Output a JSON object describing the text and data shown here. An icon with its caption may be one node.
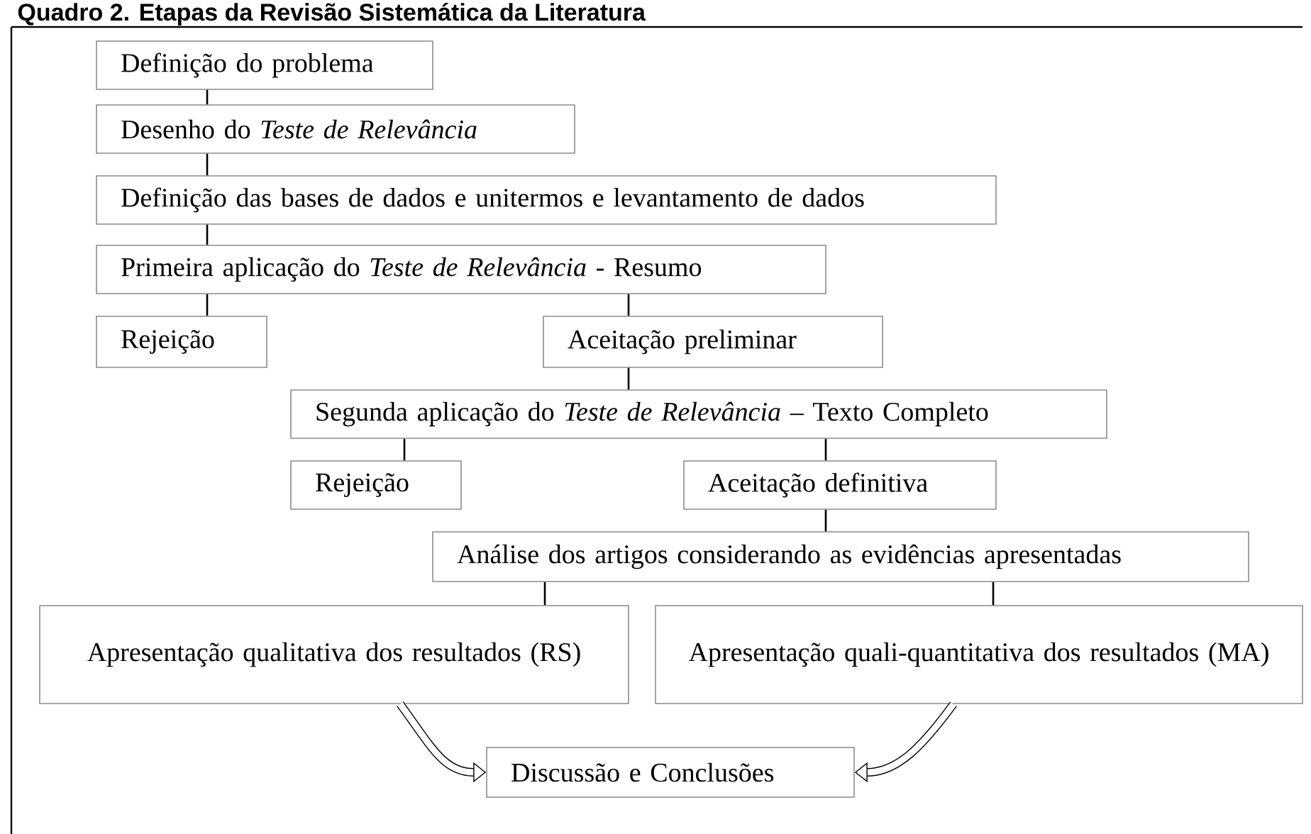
{
  "diagram": {
    "title": "Quadro 2. Etapas da Revisão Sistemática da Literatura",
    "nodes": [
      {
        "text": [
          "Definição do problema"
        ]
      },
      {
        "text": [
          "Desenho do *Teste de Relevância*"
        ]
      },
      {
        "text": [
          "Definição das bases de dados e unitermos e levantamento de dados"
        ]
      },
      {
        "text": [
          "Primeira aplicação do *Teste de Relevância* - Resumo"
        ]
      },
      {
        "text": [
          "Rejeição"
        ]
      },
      {
        "text": [
          "Aceitação preliminar"
        ]
      },
      {
        "text": [
          "Segunda aplicação do *Teste de Relevância* – Texto Completo"
        ]
      },
      {
        "text": [
          "Rejeição"
        ]
      },
      {
        "text": [
          "Aceitação definitiva"
        ]
      },
      {
        "text": [
          "Análise dos artigos considerando as evidências apresentadas"
        ]
      },
      {
        "text": [
          "Apresentação qualitativa dos resultados (RS)"
        ]
      },
      {
        "text": [
          "Apresentação quali-quantitativa dos resultados (MA)"
        ]
      },
      {
        "text": [
          "Discussão e Conclusões"
        ]
      }
    ],
    "edges": [
      {
        "from": 0,
        "to": 1,
        "arrow": "none"
      },
      {
        "from": 1,
        "to": 2,
        "arrow": "none"
      },
      {
        "from": 2,
        "to": 3,
        "arrow": "none"
      },
      {
        "from": 3,
        "to": 4,
        "arrow": "none"
      },
      {
        "from": 3,
        "to": 5,
        "arrow": "none"
      },
      {
        "from": 5,
        "to": 6,
        "arrow": "none"
      },
      {
        "from": 6,
        "to": 7,
        "arrow": "none"
      },
      {
        "from": 6,
        "to": 8,
        "arrow": "none"
      },
      {
        "from": 8,
        "to": 9,
        "arrow": "none"
      },
      {
        "from": 9,
        "to": 10,
        "arrow": "none"
      },
      {
        "from": 9,
        "to": 11,
        "arrow": "none"
      },
      {
        "from": 10,
        "to": 12,
        "arrow": "to",
        "style": "thick"
      },
      {
        "from": 11,
        "to": 12,
        "arrow": "to",
        "style": "thick"
      }
    ]
  }
}
